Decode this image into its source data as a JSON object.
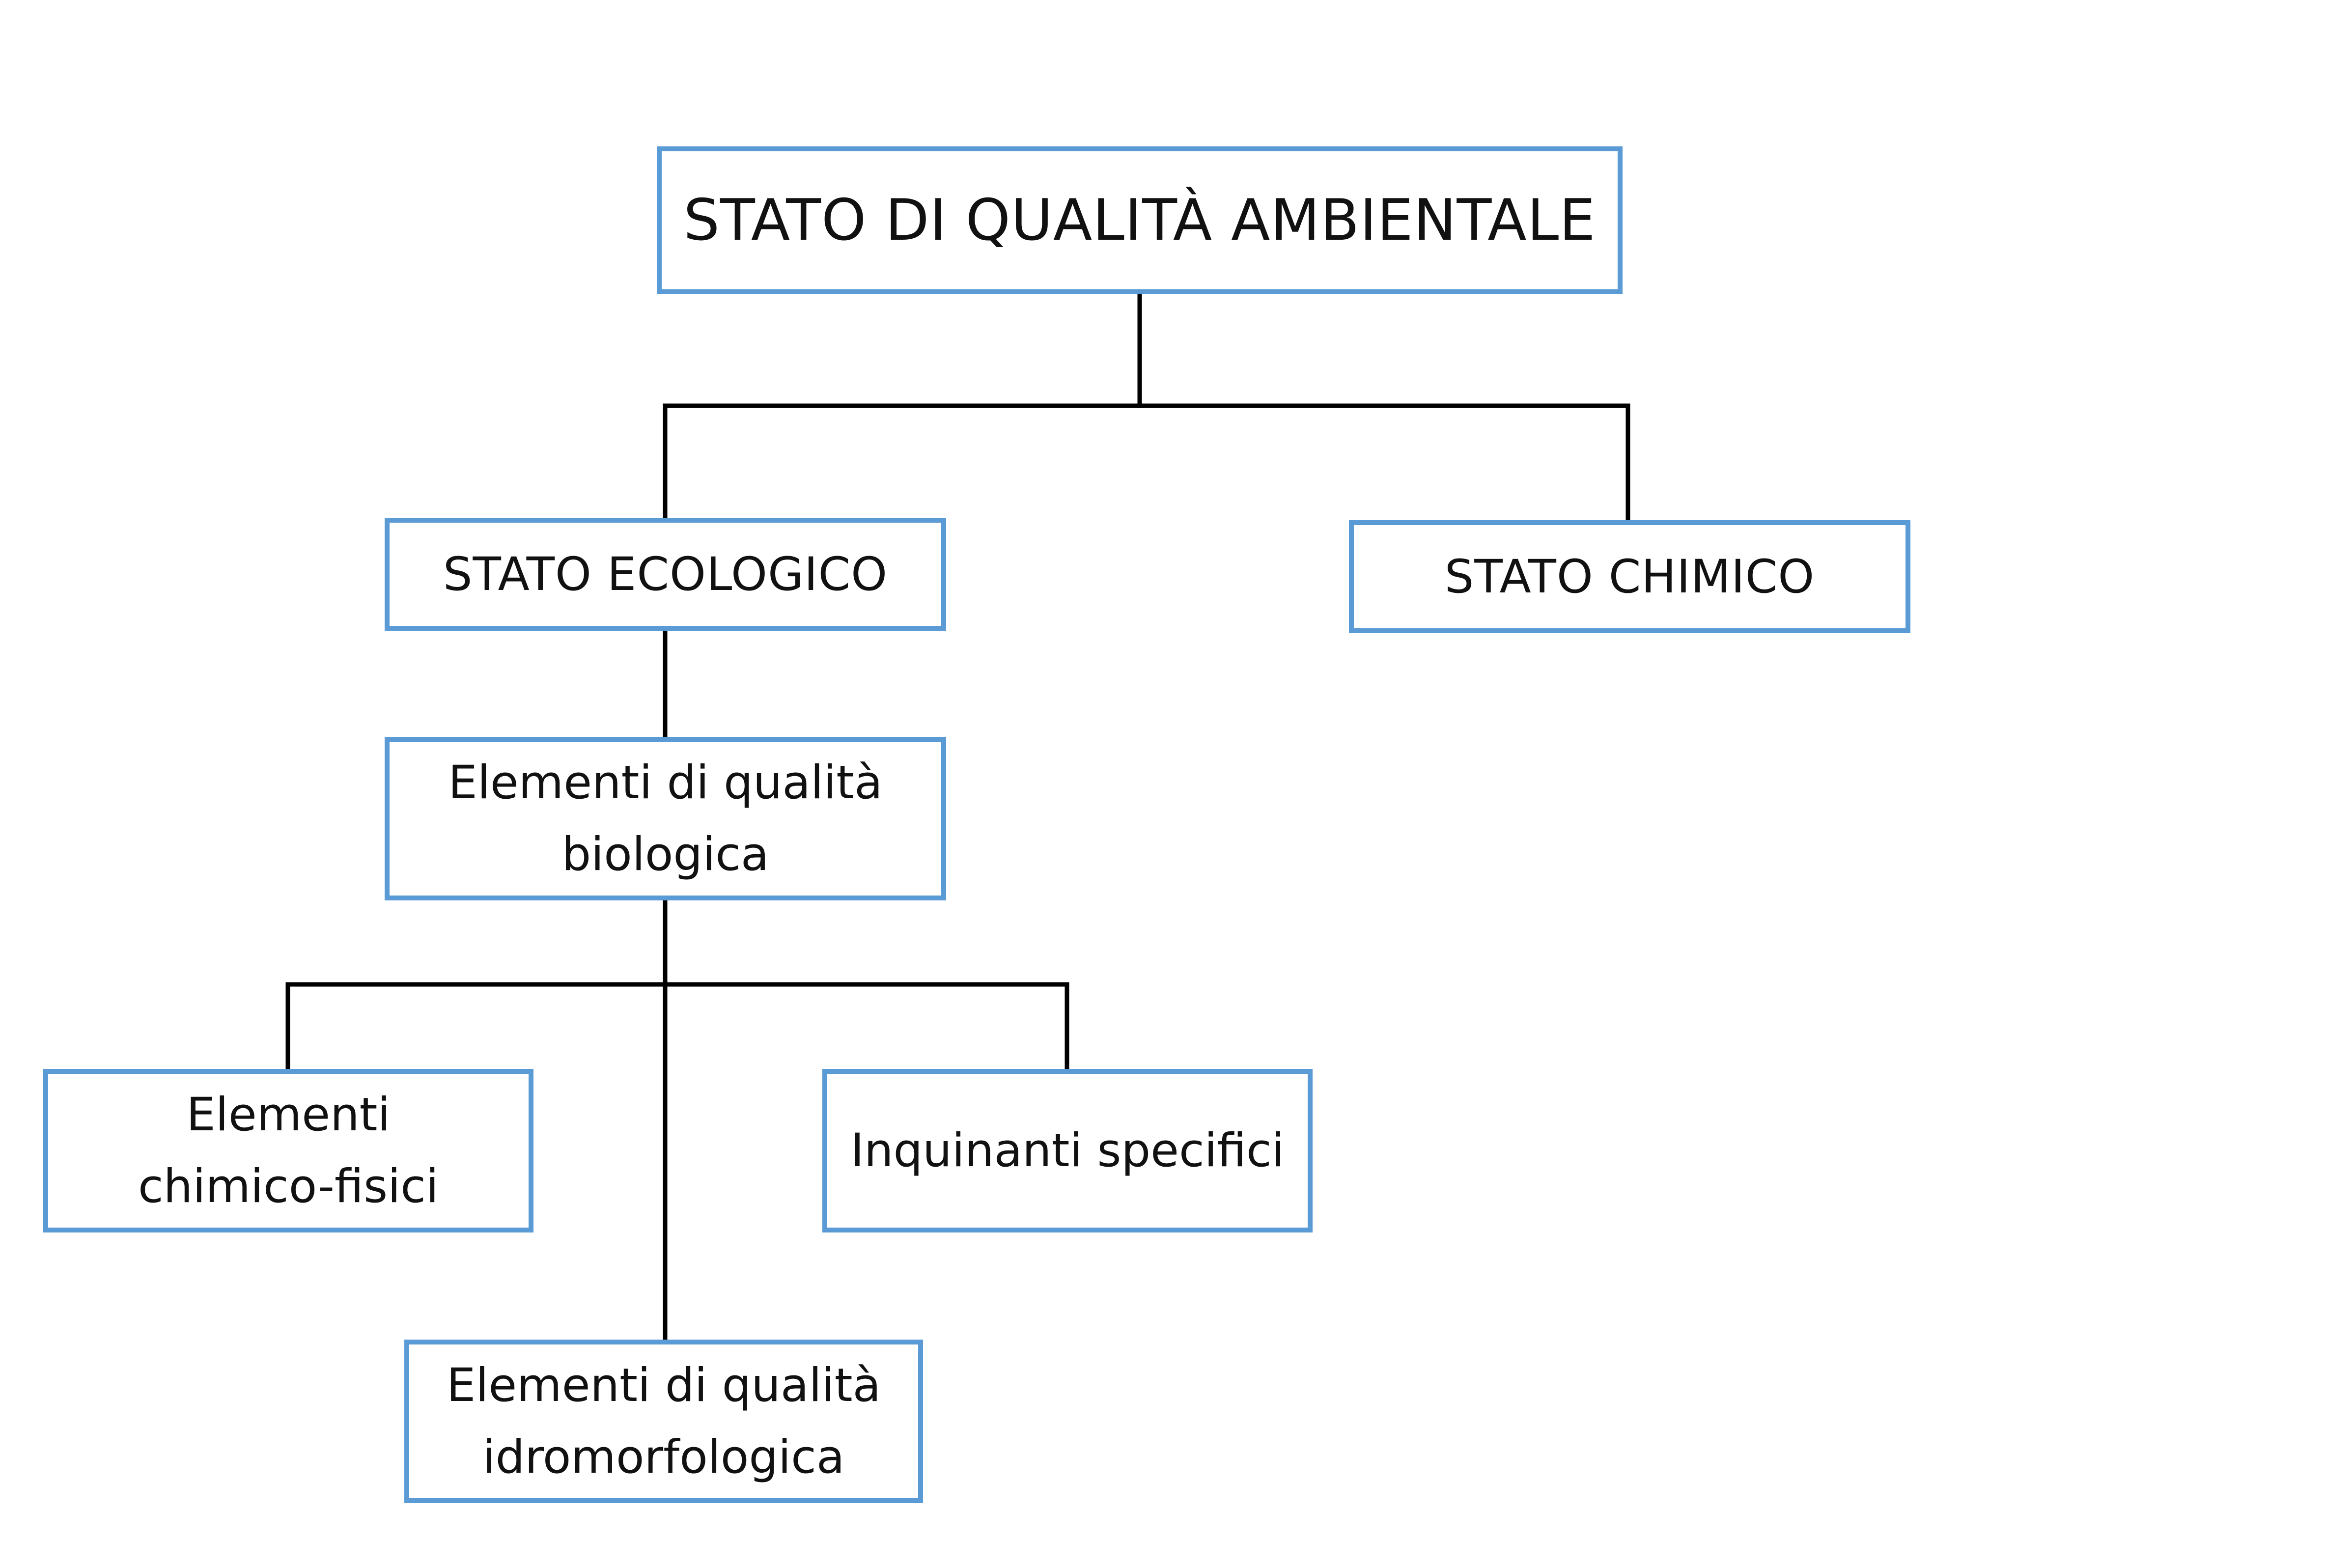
{
  "diagram": {
    "root": {
      "label": "STATO DI QUALITÀ AMBIENTALE"
    },
    "stato_ecologico": {
      "label": "STATO ECOLOGICO"
    },
    "stato_chimico": {
      "label": "STATO CHIMICO"
    },
    "elementi_biologica": {
      "label": "Elementi di qualità\nbiologica"
    },
    "elementi_chimico_fisici": {
      "label": "Elementi\nchimico-fisici"
    },
    "inquinanti_specifici": {
      "label": "Inquinanti specifici"
    },
    "elementi_idromorfologica": {
      "label": "Elementi di qualità\nidromorfologica"
    }
  },
  "colors": {
    "box_border": "#5B9BD5",
    "connector": "#000000",
    "text": "#111111"
  }
}
